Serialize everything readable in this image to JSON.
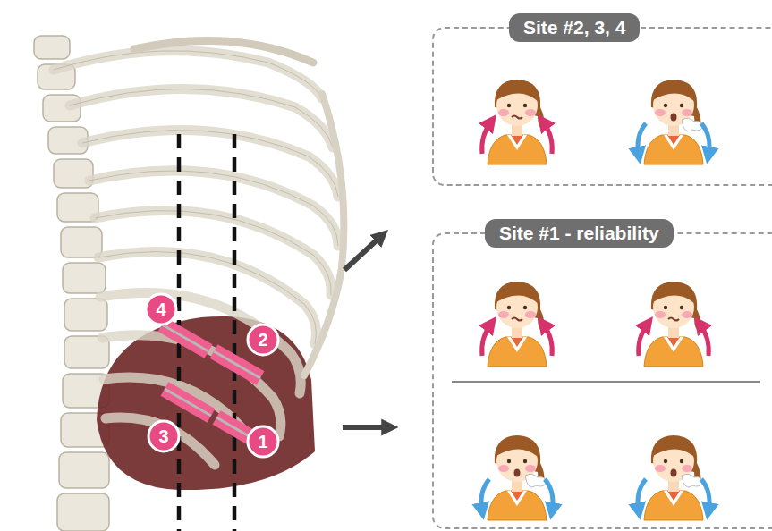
{
  "diagram": {
    "nodes": [
      {
        "text": [
          "Site #2, 3, 4"
        ]
      },
      {
        "text": [
          "Site #1 - reliability"
        ]
      }
    ],
    "labels": [
      "4",
      "2",
      "3",
      "1"
    ]
  }
}
